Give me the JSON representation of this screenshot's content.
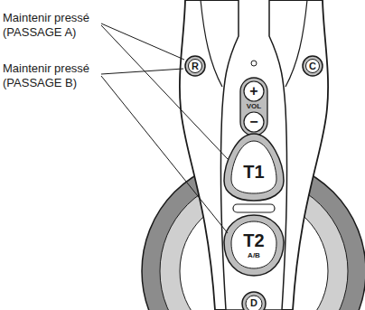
{
  "diagram": {
    "labels": [
      "Maintenir pressé (PASSAGE A)",
      "Maintenir pressé (PASSAGE B)",
      "R",
      "C",
      "+",
      "VOL",
      "−",
      "T1",
      "T2",
      "A/B",
      "D"
    ]
  }
}
